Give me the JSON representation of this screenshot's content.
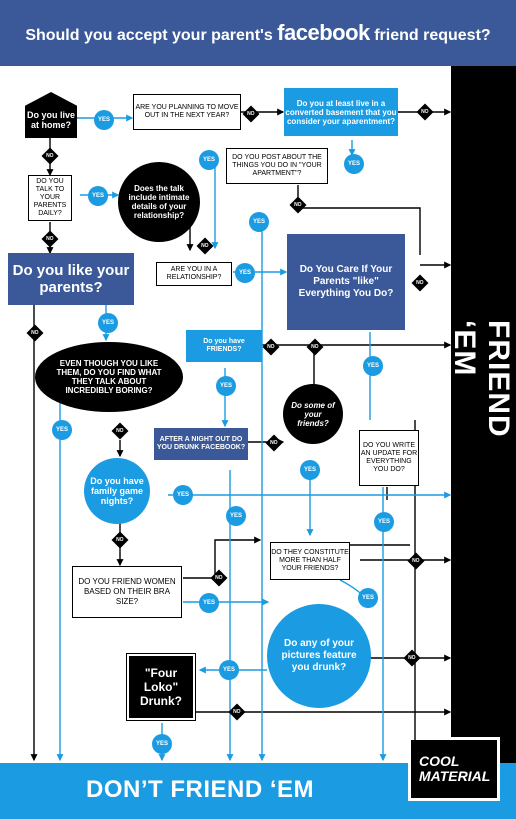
{
  "header": {
    "title_pre": "Should you accept your parent's ",
    "title_brand": "facebook",
    "title_post": " friend request?"
  },
  "outcomes": {
    "friend": "FRIEND ‘EM",
    "dont_friend": "DON’T FRIEND ‘EM"
  },
  "logo": {
    "line1": "COOL",
    "line2": "MATERIAL"
  },
  "questions": {
    "live_at_home": "Do you live at home?",
    "move_out": "ARE YOU PLANNING TO MOVE OUT IN THE NEXT YEAR?",
    "basement": "Do you at least live in a converted basement that you consider your aparentment?",
    "talk_daily": "DO YOU TALK TO YOUR PARENTS DAILY?",
    "intimate": "Does the talk include intimate details of your relationship?",
    "post_about": "DO YOU POST ABOUT THE THINGS YOU DO IN \"YOUR APARTMENT\"?",
    "like_parents": "Do you like your parents?",
    "relationship": "ARE YOU IN A RELATIONSHIP?",
    "care_like": "Do You Care If Your Parents \"like\" Everything You Do?",
    "have_friends": "Do you have FRIENDS?",
    "boring": "EVEN THOUGH YOU LIKE THEM, DO YOU FIND WHAT THEY TALK ABOUT INCREDIBLY BORING?",
    "some_friends": "Do some of your friends?",
    "drunk_fb": "AFTER A NIGHT OUT DO YOU DRUNK FACEBOOK?",
    "update": "DO YOU WRITE AN UPDATE FOR EVERYTHING YOU DO?",
    "game_nights": "Do you have family game nights?",
    "constitute": "DO THEY CONSTITUTE MORE THAN HALF YOUR FRIENDS?",
    "bra_size": "DO YOU FRIEND WOMEN BASED ON THEIR BRA SIZE?",
    "pictures": "Do any of your pictures feature you drunk?",
    "four_loko": "\"Four Loko\" Drunk?"
  },
  "labels": {
    "yes": "YES",
    "no": "NO"
  },
  "colors": {
    "facebook_blue": "#3b5998",
    "accent_blue": "#1b9ce2",
    "black": "#000000"
  }
}
